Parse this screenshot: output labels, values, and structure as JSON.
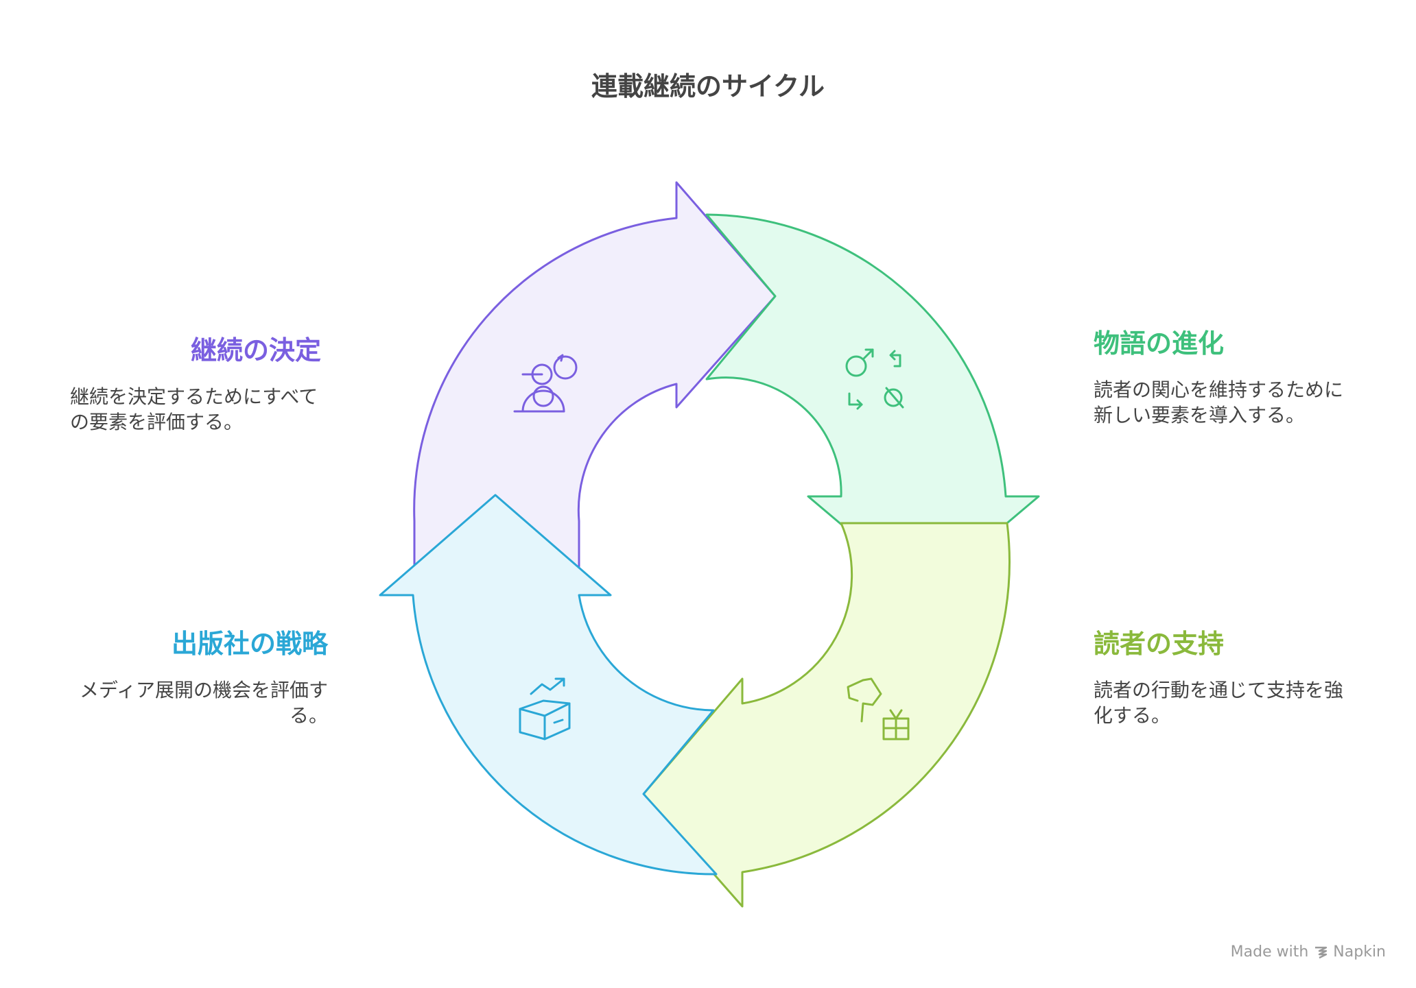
{
  "title": "連載継続のサイクル",
  "colors": {
    "purple": "#7A5FE0",
    "purple_fill": "#F2EFFC",
    "green": "#3EC07C",
    "green_fill": "#E2FBEE",
    "lime": "#8AB93C",
    "lime_fill": "#F2FCDC",
    "blue": "#2AA7D6",
    "blue_fill": "#E4F6FC",
    "text": "#444444"
  },
  "stages": [
    {
      "key": "decision",
      "title": "継続の決定",
      "desc": "継続を決定するためにすべての要素を評価する。",
      "color": "#7A5FE0",
      "icon": "person-evaluate-icon"
    },
    {
      "key": "evolution",
      "title": "物語の進化",
      "desc": "読者の関心を維持するために新しい要素を導入する。",
      "color": "#3EC07C",
      "icon": "gender-cycle-icon"
    },
    {
      "key": "support",
      "title": "読者の支持",
      "desc": "読者の行動を通じて支持を強化する。",
      "color": "#8AB93C",
      "icon": "fan-gift-icon"
    },
    {
      "key": "publisher",
      "title": "出版社の戦略",
      "desc": "メディア展開の機会を評価する。",
      "color": "#2AA7D6",
      "icon": "growth-box-icon"
    }
  ],
  "credit": {
    "made_with": "Made with",
    "brand": "Napkin"
  }
}
